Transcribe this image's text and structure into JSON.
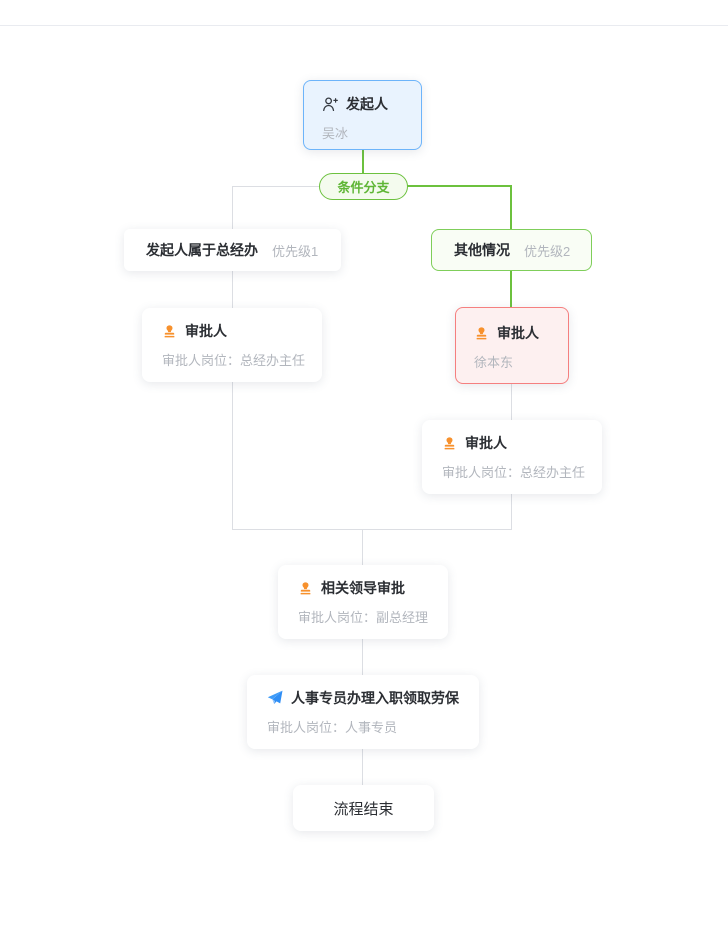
{
  "page": {
    "background": "#ffffff",
    "top_divider_color": "#e9ebf0"
  },
  "colors": {
    "branch_green": "#6cc13e",
    "line_gray": "#dcdee3",
    "initiator_border_blue": "#6db4fa",
    "initiator_bg_blue": "#e9f3fe",
    "red_node_border": "#f57f7f",
    "red_node_bg": "#fdf0f0",
    "green_condition_border": "#7fce5a",
    "green_condition_bg": "#f9fdf5",
    "stamp_orange": "#f7912d",
    "send_blue": "#3d9bf8",
    "title_text": "#2b2e33",
    "muted_text": "#b2b6bd"
  },
  "flow": {
    "initiator": {
      "icon": "user-add-icon",
      "title": "发起人",
      "assignee": "吴冰"
    },
    "branch_badge": {
      "label": "条件分支"
    },
    "branch_left": {
      "condition": {
        "label": "发起人属于总经办",
        "priority": "优先级1"
      },
      "approver": {
        "icon": "stamp-icon",
        "title": "审批人",
        "subtitle": "审批人岗位：总经办主任"
      }
    },
    "branch_right": {
      "condition": {
        "label": "其他情况",
        "priority": "优先级2"
      },
      "approver1": {
        "icon": "stamp-icon",
        "title": "审批人",
        "subtitle": "徐本东"
      },
      "approver2": {
        "icon": "stamp-icon",
        "title": "审批人",
        "subtitle": "审批人岗位：总经办主任"
      }
    },
    "leader_approval": {
      "icon": "stamp-icon",
      "title": "相关领导审批",
      "subtitle": "审批人岗位：副总经理"
    },
    "hr_task": {
      "icon": "send-icon",
      "title": "人事专员办理入职领取劳保",
      "subtitle": "审批人岗位：人事专员"
    },
    "end": {
      "label": "流程结束"
    }
  }
}
